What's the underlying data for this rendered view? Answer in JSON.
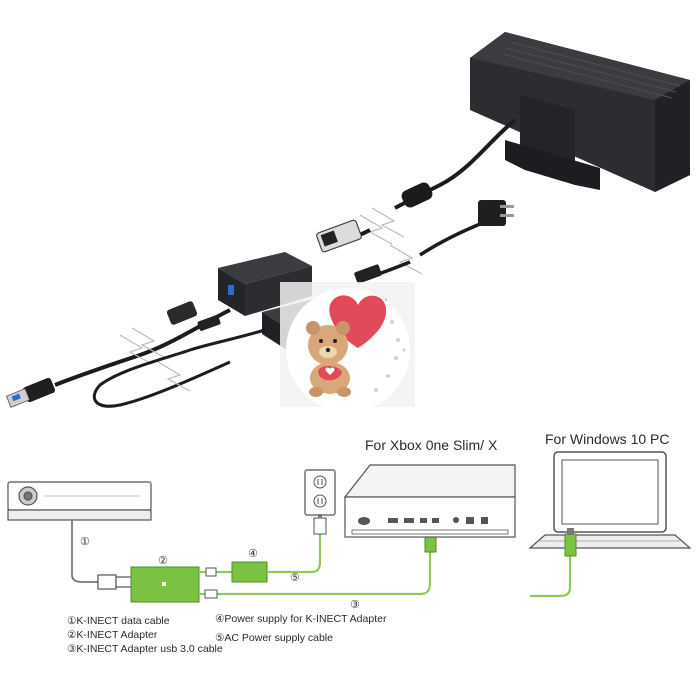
{
  "titles": {
    "xbox": "For Xbox 0ne Slim/ X",
    "windows": "For Windows 10 PC"
  },
  "markers": {
    "m1": "①",
    "m2": "②",
    "m3": "③",
    "m4": "④",
    "m5": "⑤"
  },
  "legend": {
    "item1": "①K-INECT data cable",
    "item2": "②K-INECT  Adapter",
    "item3": "③K-INECT Adapter usb 3.0 cable",
    "item4": "④Power supply for K-INECT Adapter",
    "item5": "⑤AC Power supply cable"
  },
  "colors": {
    "adapter_green": "#7cc242",
    "cable_green": "#8fca55",
    "device_dark": "#2a2c2f",
    "outline_gray": "#555555"
  },
  "icons": {
    "sticker": "teddy-bear-heart-sticker"
  }
}
